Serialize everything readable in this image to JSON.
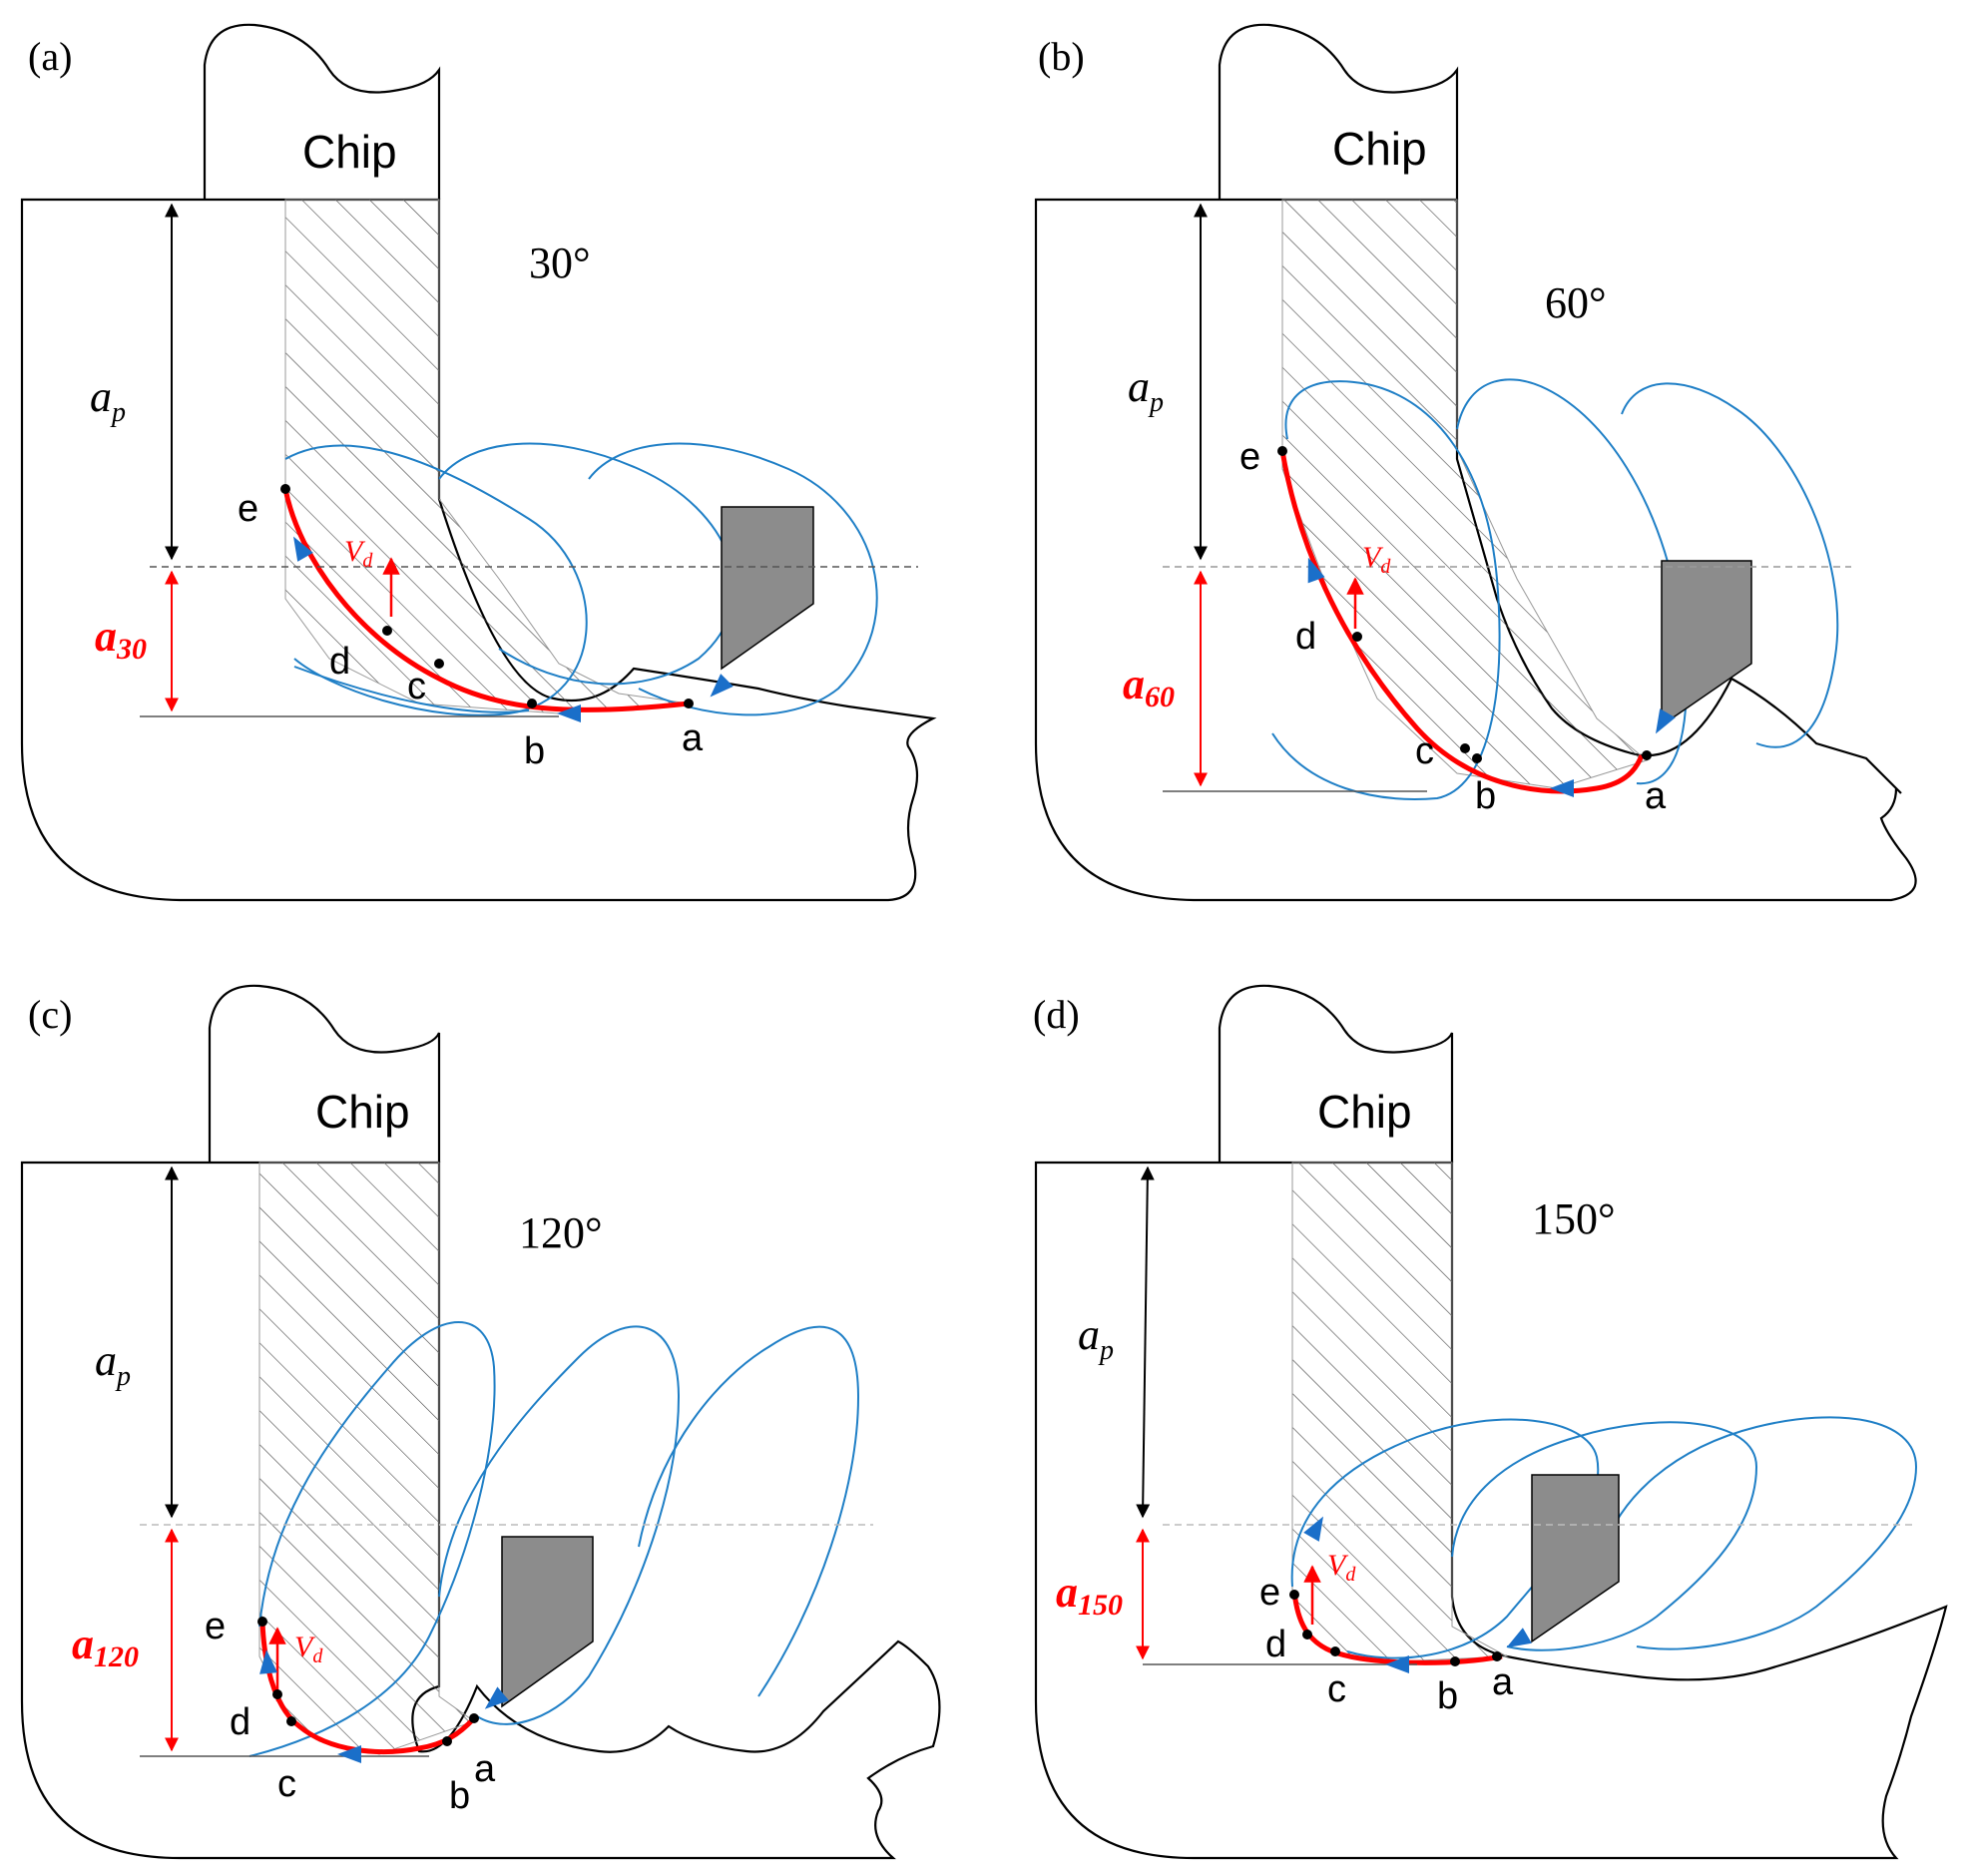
{
  "colors": {
    "outline": "#000000",
    "hatch": "#333333",
    "trajectory": "#1f7fc6",
    "cut_path": "#ff0000",
    "arrow": "#1a6fc9",
    "tool": "#8c8c8c",
    "dashed": "#555555"
  },
  "chip_label": "Chip",
  "ap": {
    "base": "a",
    "sub": "p"
  },
  "vd": {
    "base": "V",
    "sub": "d"
  },
  "panels": [
    {
      "label": "(a)",
      "angle": "30°",
      "a_base": "a",
      "a_sub": "30",
      "points": [
        "a",
        "b",
        "c",
        "d",
        "e"
      ]
    },
    {
      "label": "(b)",
      "angle": "60°",
      "a_base": "a",
      "a_sub": "60",
      "points": [
        "a",
        "b",
        "c",
        "d",
        "e"
      ]
    },
    {
      "label": "(c)",
      "angle": "120°",
      "a_base": "a",
      "a_sub": "120",
      "points": [
        "a",
        "b",
        "c",
        "d",
        "e"
      ]
    },
    {
      "label": "(d)",
      "angle": "150°",
      "a_base": "a",
      "a_sub": "150",
      "points": [
        "a",
        "b",
        "c",
        "d",
        "e"
      ]
    }
  ]
}
